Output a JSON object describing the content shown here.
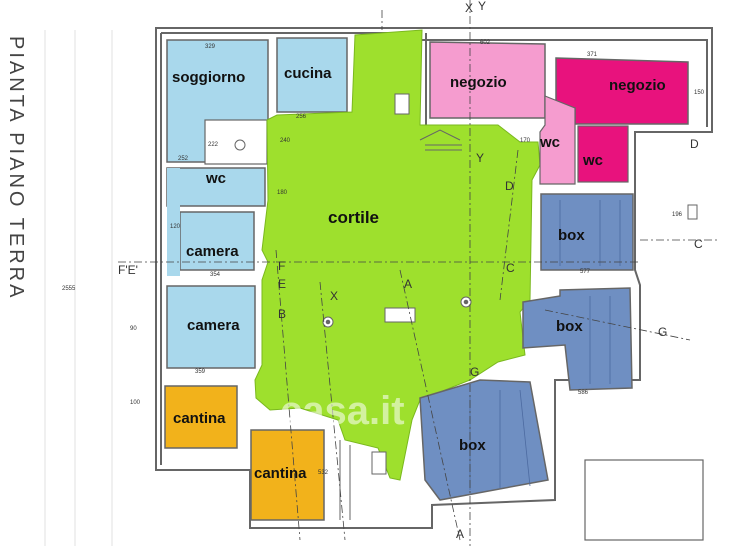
{
  "title": "PIANTA PIANO TERRA",
  "watermark": "casa.it",
  "colors": {
    "residential": "#a9d8ec",
    "courtyard": "#9ee02d",
    "shop_left": "#f59ccf",
    "shop_right": "#e8127d",
    "box": "#6f8fc2",
    "cantina": "#f2b21b",
    "wall": "#666666"
  },
  "rooms": {
    "soggiorno": "soggiorno",
    "cucina": "cucina",
    "wc_left": "wc",
    "camera_1": "camera",
    "camera_2": "camera",
    "cantina_1": "cantina",
    "cantina_2": "cantina",
    "cortile": "cortile",
    "negozio_1": "negozio",
    "negozio_2": "negozio",
    "wc_shop_1": "wc",
    "wc_shop_2": "wc",
    "box_1": "box",
    "box_2": "box",
    "box_3": "box"
  },
  "section_marks": {
    "a_bottom": "A",
    "a_mid": "A",
    "x": "X",
    "x_top": "X",
    "y": "Y",
    "y_top": "Y",
    "b": "B",
    "c": "C",
    "c_right": "C",
    "d": "D",
    "d_right": "D",
    "e": "E",
    "f": "F",
    "f_e": "F'E'",
    "g": "G",
    "g_right": "G"
  },
  "dimensions": {
    "d602": "602",
    "d371": "371",
    "d329": "329",
    "d252": "252",
    "d256": "256",
    "d354": "354",
    "d359": "359",
    "d577": "577",
    "d586": "586",
    "d2555": "2555",
    "d532": "532",
    "d90": "90",
    "d100": "100",
    "d240": "240",
    "d180": "180",
    "d150": "150",
    "d170": "170",
    "d196": "196",
    "d120": "120",
    "d222": "222"
  }
}
